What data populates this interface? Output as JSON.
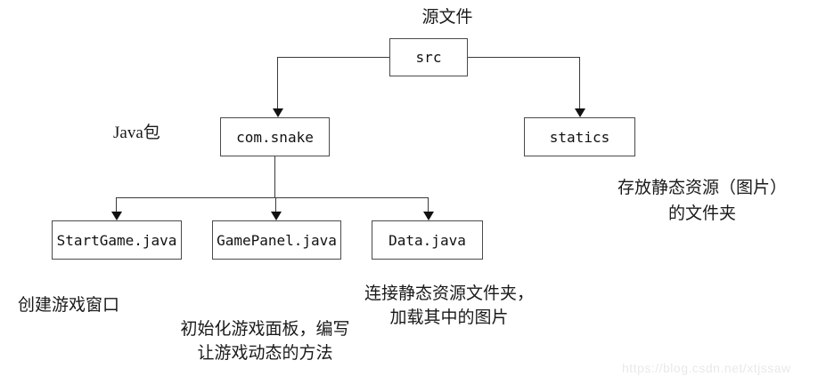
{
  "diagram": {
    "title_label": "源文件",
    "nodes": {
      "src": {
        "label": "src"
      },
      "com_snake": {
        "label": "com.snake"
      },
      "statics": {
        "label": "statics"
      },
      "startgame": {
        "label": "StartGame.java"
      },
      "gamepanel": {
        "label": "GamePanel.java"
      },
      "data": {
        "label": "Data.java"
      }
    },
    "edges": [
      {
        "from": "src",
        "to": "com.snake"
      },
      {
        "from": "src",
        "to": "statics"
      },
      {
        "from": "com.snake",
        "to": "StartGame.java"
      },
      {
        "from": "com.snake",
        "to": "GamePanel.java"
      },
      {
        "from": "com.snake",
        "to": "Data.java"
      }
    ],
    "annotations": {
      "java_package": "Java包",
      "statics_note_line1": "存放静态资源（图片）",
      "statics_note_line2": "的文件夹",
      "startgame_note": "创建游戏窗口",
      "gamepanel_note_line1": "初始化游戏面板，编写",
      "gamepanel_note_line2": "让游戏动态的方法",
      "data_note_line1": "连接静态资源文件夹，",
      "data_note_line2": "加载其中的图片"
    },
    "watermark": "https://blog.csdn.net/xtjssaw",
    "colors": {
      "background": "#ffffff",
      "line": "#3a3a3a",
      "box_border": "#4a4a4a",
      "text": "#1a1a1a",
      "watermark": "#e9e9e9"
    }
  }
}
